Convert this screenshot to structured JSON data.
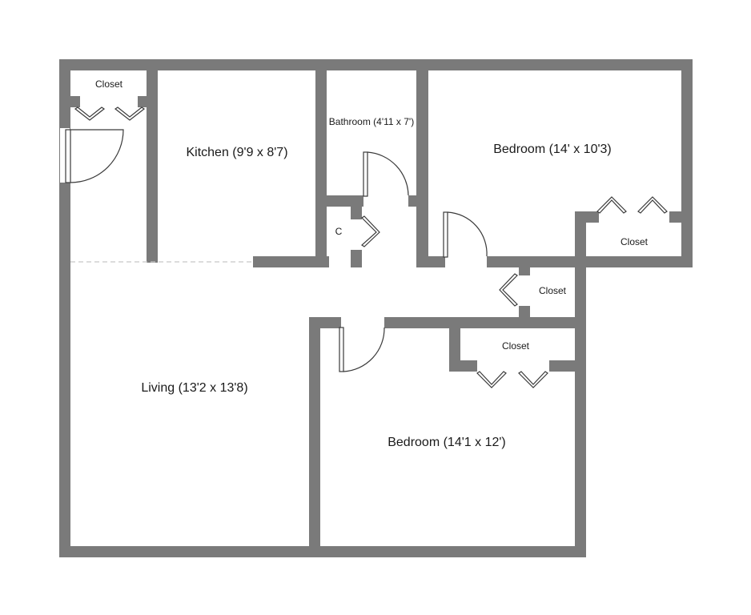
{
  "floor_plan": {
    "rooms": {
      "kitchen": "Kitchen (9'9 x 8'7)",
      "bathroom": "Bathroom (4'11 x 7')",
      "bedroom_top": "Bedroom (14' x 10'3)",
      "living": "Living (13'2 x 13'8)",
      "bedroom_bottom": "Bedroom (14'1 x 12')"
    },
    "closets": {
      "entry": "Closet",
      "small": "C",
      "bedroom_top": "Closet",
      "hall": "Closet",
      "bedroom_bottom": "Closet"
    }
  }
}
